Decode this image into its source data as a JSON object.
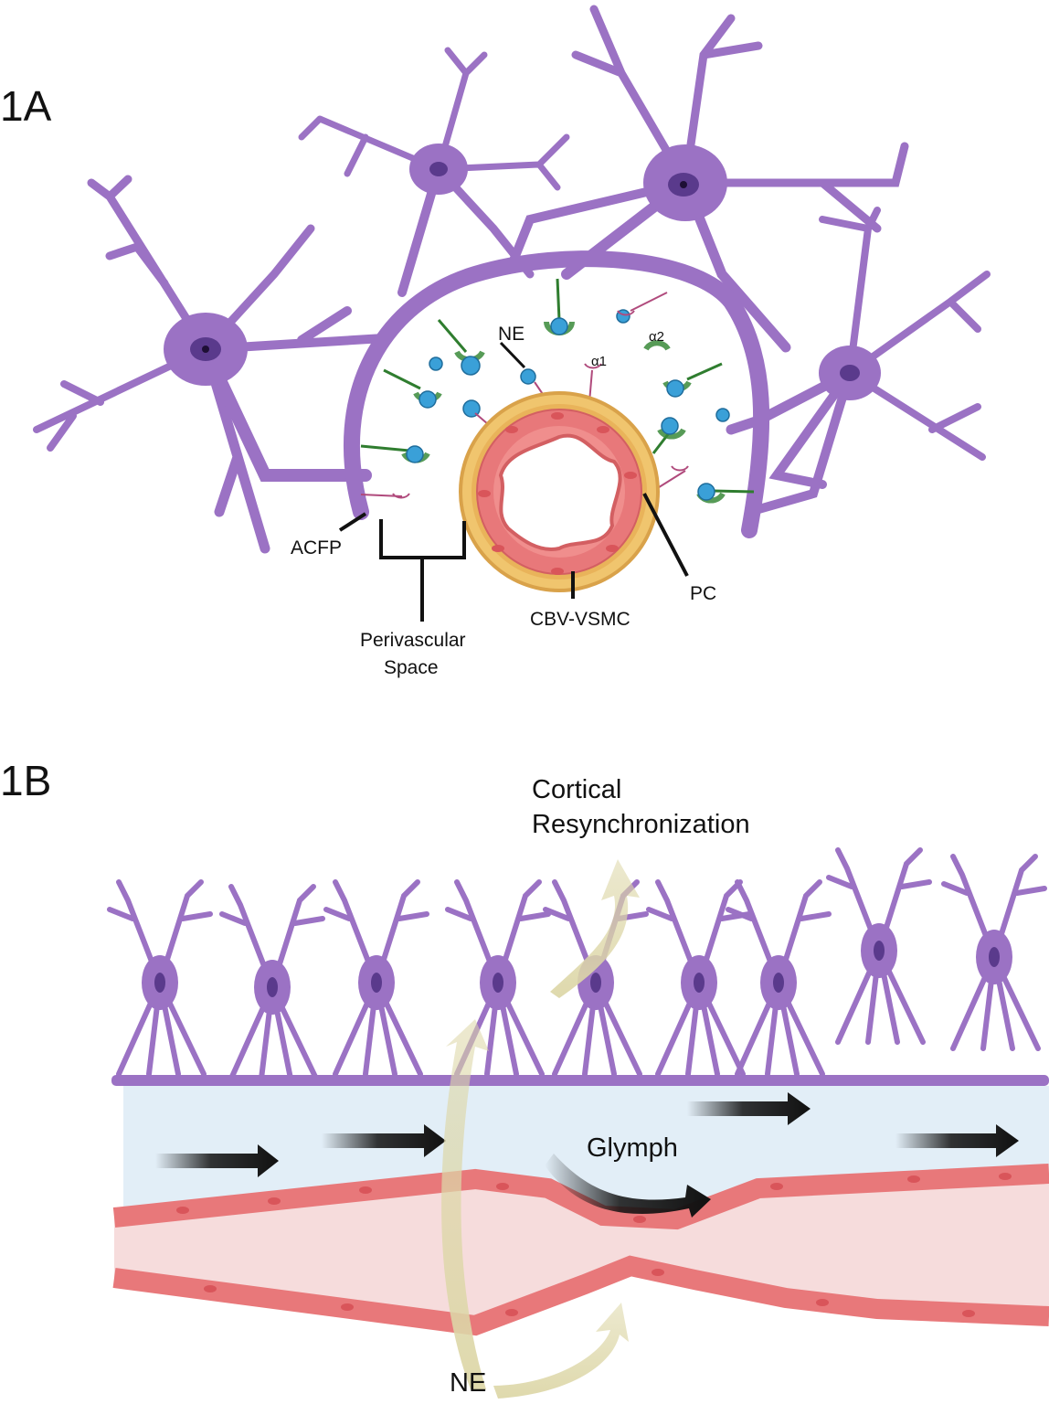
{
  "panels": {
    "a": {
      "label": "1A",
      "labels": {
        "ne": "NE",
        "alpha1": "α1",
        "alpha2": "α2",
        "acfp": "ACFP",
        "perivascular_line1": "Perivascular",
        "perivascular_line2": "Space",
        "cbv": "CBV-VSMC",
        "pc": "PC"
      }
    },
    "b": {
      "label": "1B",
      "labels": {
        "cortical_line1": "Cortical",
        "cortical_line2": "Resynchronization",
        "glymph": "Glymph",
        "ne": "NE"
      }
    }
  },
  "colors": {
    "astrocyte": "#9b72c4",
    "astrocyte_nucleus": "#5a3a8c",
    "vessel_ring": "#e9b35a",
    "vessel_wall": "#e8787a",
    "smooth_muscle": "#f3b1ae",
    "receptor_green": "#2f7d2f",
    "ne_ball": "#3aa0d8",
    "perivascular_fluid": "#e2eef7",
    "lumen": "#f6dcdc",
    "ne_arrow": "#ddd7a8",
    "flow_arrow": "#111111"
  }
}
